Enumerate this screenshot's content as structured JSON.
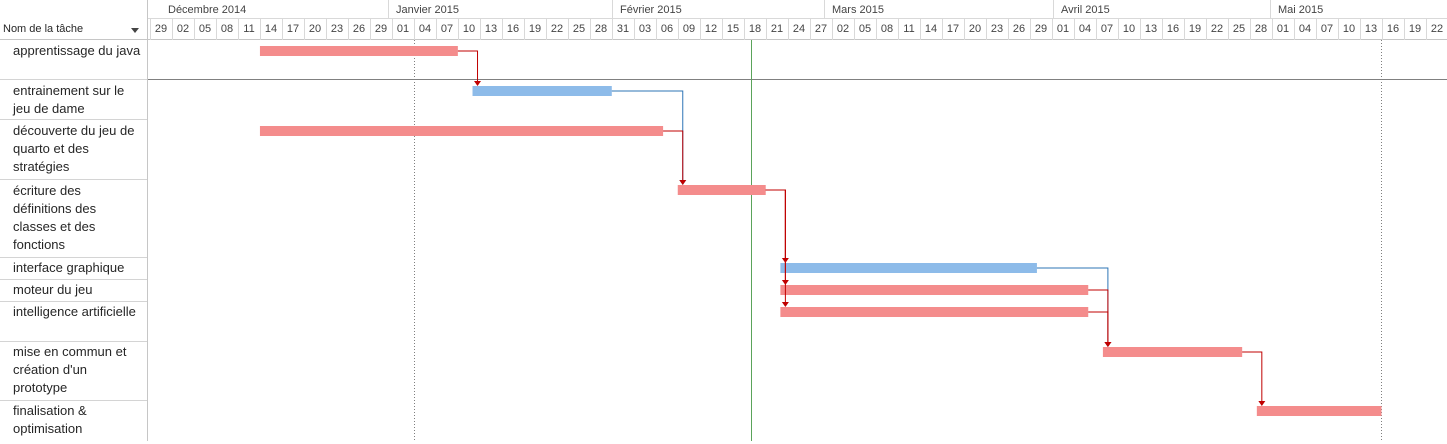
{
  "task_column": {
    "header": "Nom de la tâche"
  },
  "chart_data": {
    "type": "gantt",
    "timescale_unit": "3 days",
    "months": [
      "Décembre 2014",
      "Janvier 2015",
      "Février 2015",
      "Mars 2015",
      "Avril 2015",
      "Mai 2015"
    ],
    "day_ticks": [
      "29",
      "02",
      "05",
      "08",
      "11",
      "14",
      "17",
      "20",
      "23",
      "26",
      "29",
      "01",
      "04",
      "07",
      "10",
      "13",
      "16",
      "19",
      "22",
      "25",
      "28",
      "31",
      "03",
      "06",
      "09",
      "12",
      "15",
      "18",
      "21",
      "24",
      "27",
      "02",
      "05",
      "08",
      "11",
      "14",
      "17",
      "20",
      "23",
      "26",
      "29",
      "01",
      "04",
      "07",
      "10",
      "13",
      "16",
      "19",
      "22",
      "25",
      "28",
      "01",
      "04",
      "07",
      "10",
      "13",
      "16",
      "19",
      "22"
    ],
    "tasks": [
      {
        "name": "apprentissage du java",
        "start": "2014-12-14",
        "end": "2015-01-10",
        "color": "#f48c8c",
        "critical": true
      },
      {
        "name": "entrainement sur le jeu de dame",
        "start": "2015-01-12",
        "end": "2015-01-31",
        "color": "#8dbbe9",
        "critical": false
      },
      {
        "name": "découverte du jeu de quarto et des stratégies",
        "start": "2014-12-14",
        "end": "2015-02-07",
        "color": "#f48c8c",
        "critical": true
      },
      {
        "name": "écriture des définitions des classes et des fonctions",
        "start": "2015-02-09",
        "end": "2015-02-21",
        "color": "#f48c8c",
        "critical": true
      },
      {
        "name": "interface graphique",
        "start": "2015-02-23",
        "end": "2015-03-30",
        "color": "#8dbbe9",
        "critical": false
      },
      {
        "name": "moteur du jeu",
        "start": "2015-02-23",
        "end": "2015-04-06",
        "color": "#f48c8c",
        "critical": true
      },
      {
        "name": "intelligence artificielle",
        "start": "2015-02-23",
        "end": "2015-04-06",
        "color": "#f48c8c",
        "critical": true
      },
      {
        "name": "mise en commun et création d'un prototype",
        "start": "2015-04-08",
        "end": "2015-04-27",
        "color": "#f48c8c",
        "critical": true
      },
      {
        "name": "finalisation & optimisation",
        "start": "2015-04-29",
        "end": "2015-05-16",
        "color": "#f48c8c",
        "critical": true
      }
    ],
    "dependencies": [
      {
        "from": 0,
        "to": 1,
        "critical": true
      },
      {
        "from": 1,
        "to": 3,
        "critical": false
      },
      {
        "from": 2,
        "to": 3,
        "critical": true
      },
      {
        "from": 3,
        "to": 4,
        "critical": true
      },
      {
        "from": 3,
        "to": 5,
        "critical": true
      },
      {
        "from": 3,
        "to": 6,
        "critical": true
      },
      {
        "from": 4,
        "to": 7,
        "critical": false
      },
      {
        "from": 5,
        "to": 7,
        "critical": true
      },
      {
        "from": 6,
        "to": 7,
        "critical": true
      },
      {
        "from": 7,
        "to": 8,
        "critical": true
      }
    ],
    "status_date": "2015-02-19",
    "dotted_markers": [
      "2015-01-04",
      "2015-05-16"
    ],
    "colors": {
      "critical_bar": "#f48c8c",
      "normal_bar": "#8dbbe9",
      "critical_link": "#c00000",
      "normal_link": "#2e75b6",
      "status_line": "#5aa35a"
    }
  }
}
